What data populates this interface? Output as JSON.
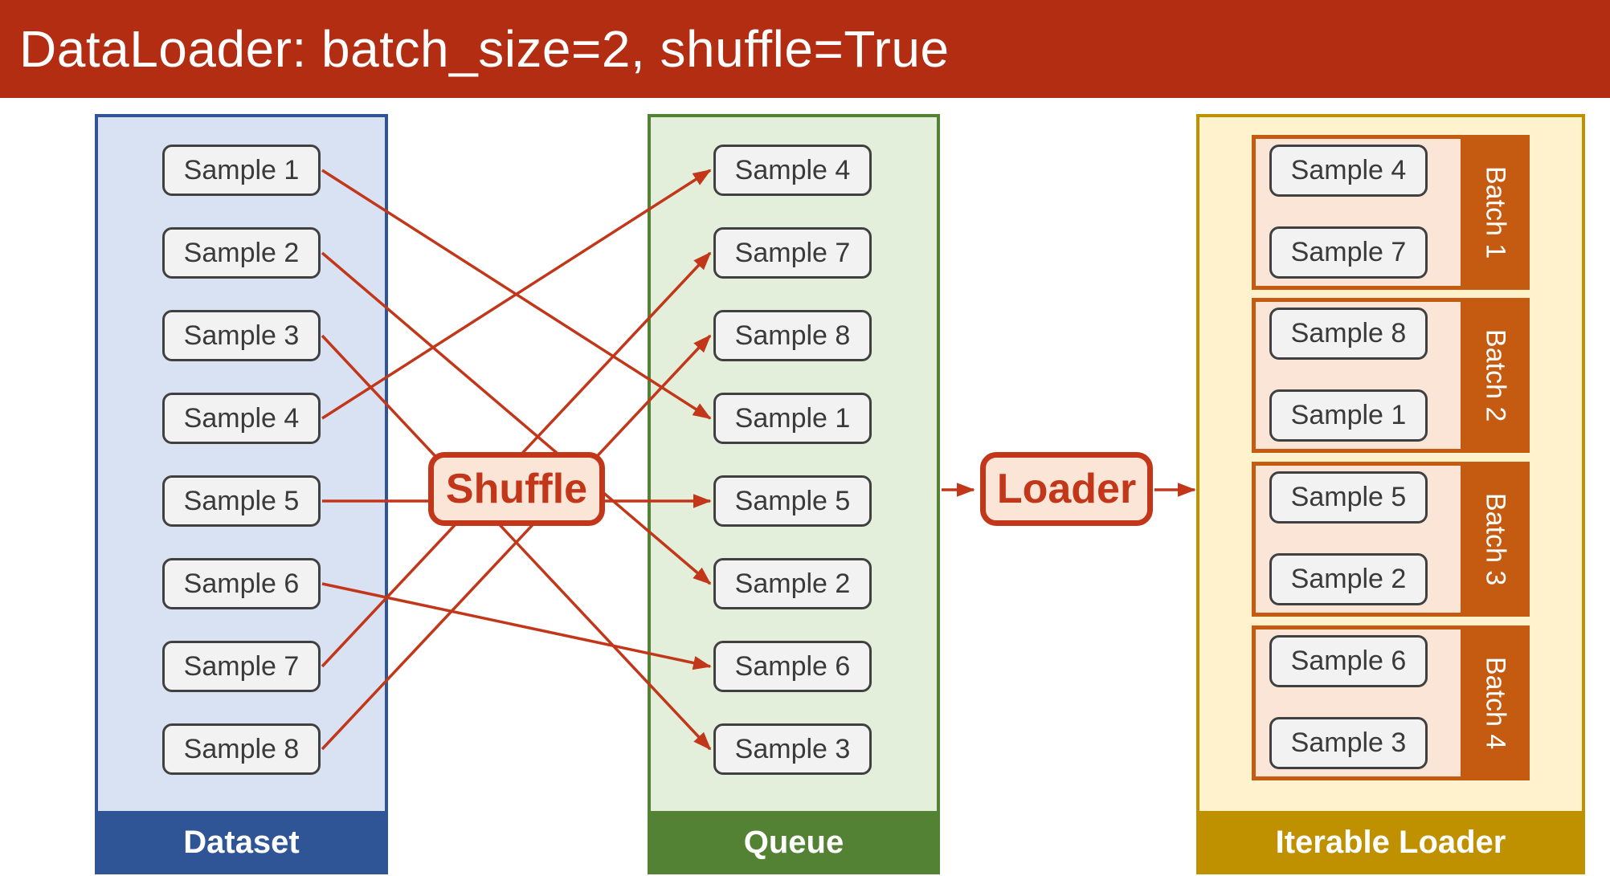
{
  "title": "DataLoader: batch_size=2, shuffle=True",
  "colors": {
    "title_bar": "#B32D13",
    "accent_red": "#C23619",
    "process_fill": "#FBE5D6",
    "dataset_fill": "#D9E2F3",
    "dataset_border": "#2F5597",
    "queue_fill": "#E3EFDA",
    "queue_border": "#548235",
    "iterable_fill": "#FFF2CC",
    "iterable_border": "#BF9000",
    "batch_orange": "#C55A11",
    "batch_fill": "#FBE5D6",
    "sample_fill": "#F2F2F2",
    "sample_border": "#404040"
  },
  "dataset": {
    "label": "Dataset",
    "samples": [
      "Sample 1",
      "Sample 2",
      "Sample 3",
      "Sample 4",
      "Sample 5",
      "Sample 6",
      "Sample 7",
      "Sample 8"
    ]
  },
  "shuffle": {
    "label": "Shuffle"
  },
  "queue": {
    "label": "Queue",
    "samples": [
      "Sample 4",
      "Sample 7",
      "Sample 8",
      "Sample 1",
      "Sample 5",
      "Sample 2",
      "Sample 6",
      "Sample 3"
    ]
  },
  "loader": {
    "label": "Loader"
  },
  "iterable_loader": {
    "label": "Iterable Loader",
    "batches": [
      {
        "label": "Batch 1",
        "samples": [
          "Sample 4",
          "Sample 7"
        ]
      },
      {
        "label": "Batch 2",
        "samples": [
          "Sample 8",
          "Sample 1"
        ]
      },
      {
        "label": "Batch 3",
        "samples": [
          "Sample 5",
          "Sample 2"
        ]
      },
      {
        "label": "Batch 4",
        "samples": [
          "Sample 6",
          "Sample 3"
        ]
      }
    ]
  }
}
